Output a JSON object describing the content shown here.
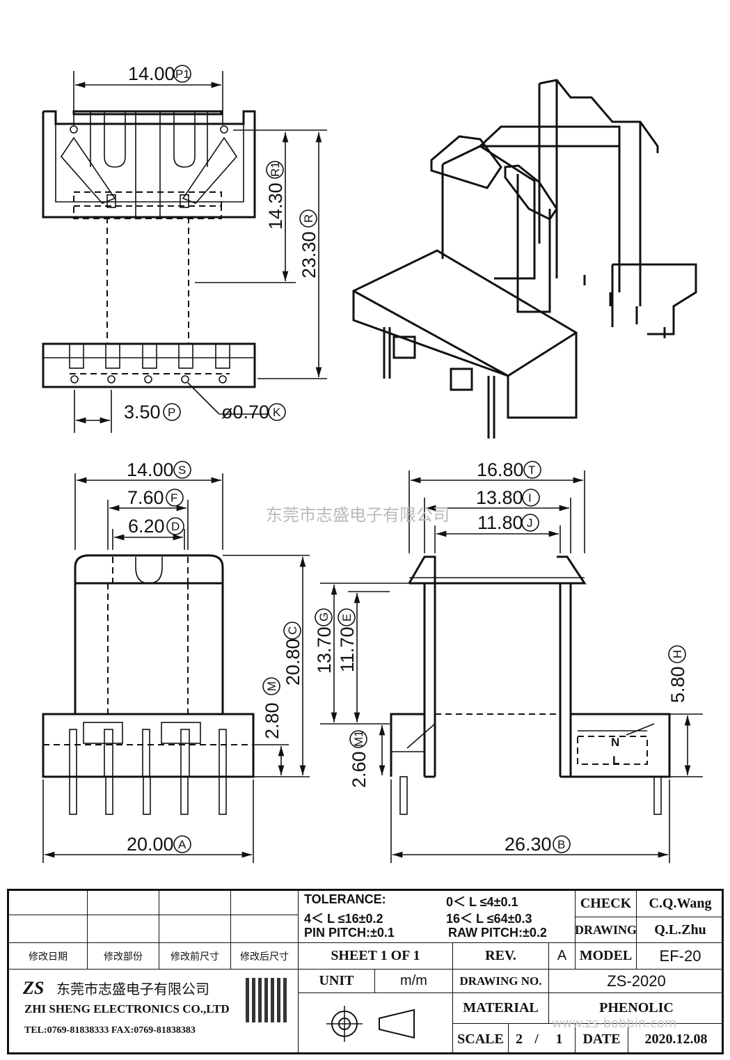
{
  "dimensions": {
    "top_view": {
      "p1": "14.00",
      "p1_tag": "P1",
      "r1": "14.30",
      "r1_tag": "R1",
      "r": "23.30",
      "r_tag": "R",
      "p": "3.50",
      "p_tag": "P",
      "k": "ø0.70",
      "k_tag": "K"
    },
    "front_view": {
      "s": "14.00",
      "s_tag": "S",
      "f": "7.60",
      "f_tag": "F",
      "d": "6.20",
      "d_tag": "D",
      "c": "20.80",
      "c_tag": "C",
      "m": "2.80",
      "m_tag": "M",
      "a": "20.00",
      "a_tag": "A"
    },
    "side_view": {
      "t": "16.80",
      "t_tag": "T",
      "i": "13.80",
      "i_tag": "I",
      "j": "11.80",
      "j_tag": "J",
      "g": "13.70",
      "g_tag": "G",
      "e": "11.70",
      "e_tag": "E",
      "h": "5.80",
      "h_tag": "H",
      "m1": "2.60",
      "m1_tag": "M1",
      "b": "26.30",
      "b_tag": "B"
    }
  },
  "watermark": "东莞市志盛电子有限公司",
  "title_block": {
    "revision_headers": [
      "修改日期",
      "修改部份",
      "修改前尺寸",
      "修改后尺寸"
    ],
    "tolerance_label": "TOLERANCE:",
    "tol_1": "0＜ L ≤4±0.1",
    "tol_2": "4＜ L ≤16±0.2",
    "tol_3": "16＜ L ≤64±0.3",
    "pin_pitch": "PIN PITCH:±0.1",
    "raw_pitch": "RAW PITCH:±0.2",
    "check_label": "CHECK",
    "check_value": "C.Q.Wang",
    "drawing_label": "DRAWING",
    "drawing_value": "Q.L.Zhu",
    "sheet": "SHEET  1  OF  1",
    "rev_label": "REV.",
    "rev_value": "A",
    "model_label": "MODEL",
    "model_value": "EF-20",
    "company_logo": "ZS",
    "company_cn": "东莞市志盛电子有限公司",
    "company_en": "ZHI SHENG  ELECTRONICS CO.,LTD",
    "tel_fax": "TEL:0769-81838333 FAX:0769-81838383",
    "unit_label": "UNIT",
    "unit_value": "m/m",
    "drawing_no_label": "DRAWING  NO.",
    "drawing_no_value": "ZS-2020",
    "material_label": "MATERIAL",
    "material_value": "PHENOLIC",
    "scale_label": "SCALE",
    "scale_num": "2",
    "scale_sep": "/",
    "scale_den": "1",
    "date_label": "DATE",
    "date_value": "2020.12.08",
    "website": "www.zs-bobbin.com"
  }
}
